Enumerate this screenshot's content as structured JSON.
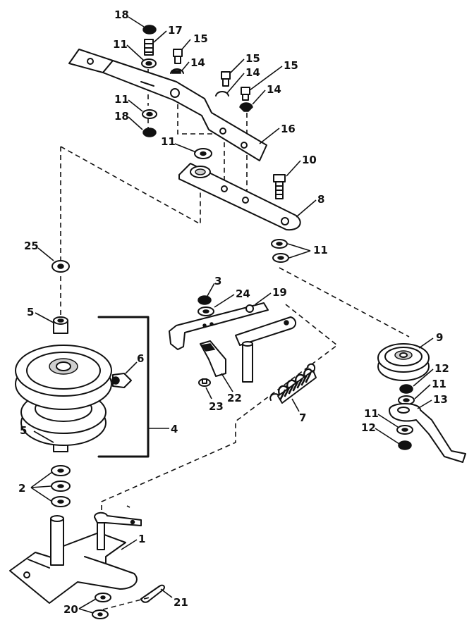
{
  "diagram": {
    "callouts": [
      {
        "id": "18a",
        "label": "18"
      },
      {
        "id": "17",
        "label": "17"
      },
      {
        "id": "11a",
        "label": "11"
      },
      {
        "id": "15a",
        "label": "15"
      },
      {
        "id": "14a",
        "label": "14"
      },
      {
        "id": "15b",
        "label": "15"
      },
      {
        "id": "14b",
        "label": "14"
      },
      {
        "id": "15c",
        "label": "15"
      },
      {
        "id": "14c",
        "label": "14"
      },
      {
        "id": "11b",
        "label": "11"
      },
      {
        "id": "18b",
        "label": "18"
      },
      {
        "id": "16",
        "label": "16"
      },
      {
        "id": "11c",
        "label": "11"
      },
      {
        "id": "10",
        "label": "10"
      },
      {
        "id": "8",
        "label": "8"
      },
      {
        "id": "25",
        "label": "25"
      },
      {
        "id": "11d",
        "label": "11"
      },
      {
        "id": "3",
        "label": "3"
      },
      {
        "id": "24",
        "label": "24"
      },
      {
        "id": "19",
        "label": "19"
      },
      {
        "id": "5a",
        "label": "5"
      },
      {
        "id": "6",
        "label": "6"
      },
      {
        "id": "9",
        "label": "9"
      },
      {
        "id": "12a",
        "label": "12"
      },
      {
        "id": "11e",
        "label": "11"
      },
      {
        "id": "13",
        "label": "13"
      },
      {
        "id": "11f",
        "label": "11"
      },
      {
        "id": "12b",
        "label": "12"
      },
      {
        "id": "23",
        "label": "23"
      },
      {
        "id": "22",
        "label": "22"
      },
      {
        "id": "7",
        "label": "7"
      },
      {
        "id": "5b",
        "label": "5"
      },
      {
        "id": "4",
        "label": "4"
      },
      {
        "id": "2",
        "label": "2"
      },
      {
        "id": "1",
        "label": "1"
      },
      {
        "id": "20",
        "label": "20"
      },
      {
        "id": "21",
        "label": "21"
      }
    ]
  }
}
